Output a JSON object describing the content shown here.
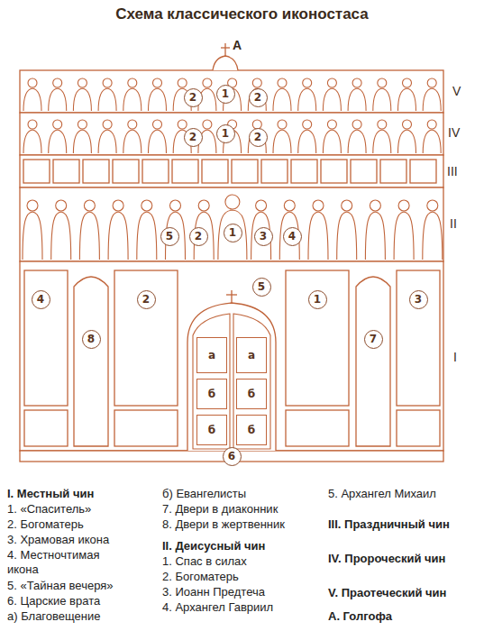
{
  "diagram": {
    "title": "Схема классического иконостаса",
    "nodes": [
      {
        "text": [
          "2"
        ]
      },
      {
        "text": [
          "1"
        ]
      },
      {
        "text": [
          "2"
        ]
      },
      {
        "text": [
          "2"
        ]
      },
      {
        "text": [
          "1"
        ]
      },
      {
        "text": [
          "2"
        ]
      },
      {
        "text": [
          "5"
        ]
      },
      {
        "text": [
          "2"
        ]
      },
      {
        "text": [
          "1"
        ]
      },
      {
        "text": [
          "3"
        ]
      },
      {
        "text": [
          "4"
        ]
      },
      {
        "text": [
          "5"
        ]
      },
      {
        "text": [
          "4"
        ]
      },
      {
        "text": [
          "2"
        ]
      },
      {
        "text": [
          "1"
        ]
      },
      {
        "text": [
          "3"
        ]
      },
      {
        "text": [
          "8"
        ]
      },
      {
        "text": [
          "7"
        ]
      },
      {
        "text": [
          "а"
        ]
      },
      {
        "text": [
          "а"
        ]
      },
      {
        "text": [
          "б"
        ]
      },
      {
        "text": [
          "б"
        ]
      },
      {
        "text": [
          "б"
        ]
      },
      {
        "text": [
          "б"
        ]
      },
      {
        "text": [
          "6"
        ]
      }
    ],
    "labels": [
      "V",
      "IV",
      "III",
      "II",
      "I",
      "А",
      "I. Местный чин",
      "1. «Спаситель»",
      "2. Богоматерь",
      "3. Храмовая икона",
      "4. Местночтимая икона",
      "5. «Тайная вечеря»",
      "6. Царские врата",
      "а) Благовещение",
      "б) Евангелисты",
      "7. Двери в диаконник",
      "8. Двери в жертвенник",
      "II. Деисусный чин",
      "1. Спас в силах",
      "2. Богоматерь",
      "3. Иоанн Предтеча",
      "4. Архангел Гавриил",
      "5. Архангел Михаил",
      "III. Праздничный чин",
      "IV. Пророческий чин",
      "V. Праотеческий чин",
      "А. Голгофа"
    ]
  }
}
